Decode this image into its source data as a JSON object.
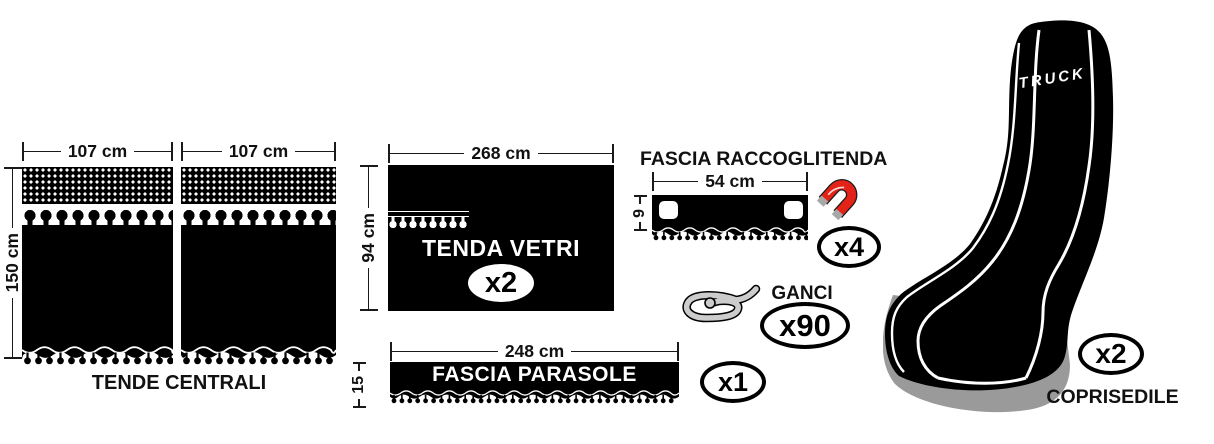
{
  "colors": {
    "ink": "#111111",
    "black": "#000000",
    "white": "#ffffff",
    "magnet_red": "#e42318",
    "magnet_tip_gray": "#a8a8a8",
    "hook_gray": "#cccccc",
    "seat_base_gray": "#9a9a9a"
  },
  "tende_centrali": {
    "title": "TENDE CENTRALI",
    "panel_widths": [
      "107 cm",
      "107 cm"
    ],
    "height_label": "150 cm"
  },
  "tenda_vetri": {
    "title": "TENDA VETRI",
    "width_label": "268 cm",
    "height_label": "94 cm",
    "qty": "x2"
  },
  "fascia_raccoglitenda": {
    "title": "FASCIA RACCOGLITENDA",
    "width_label": "54 cm",
    "height_label": "9",
    "qty": "x4",
    "icon": "magnet-icon"
  },
  "ganci": {
    "title": "GANCI",
    "qty": "x90",
    "icon": "curtain-hook-icon"
  },
  "fascia_parasole": {
    "title": "FASCIA PARASOLE",
    "width_label": "248 cm",
    "height_label": "15",
    "qty": "x1"
  },
  "coprisedile": {
    "title": "COPRISEDILE",
    "seat_brand": "TRUCK",
    "qty": "x2"
  }
}
